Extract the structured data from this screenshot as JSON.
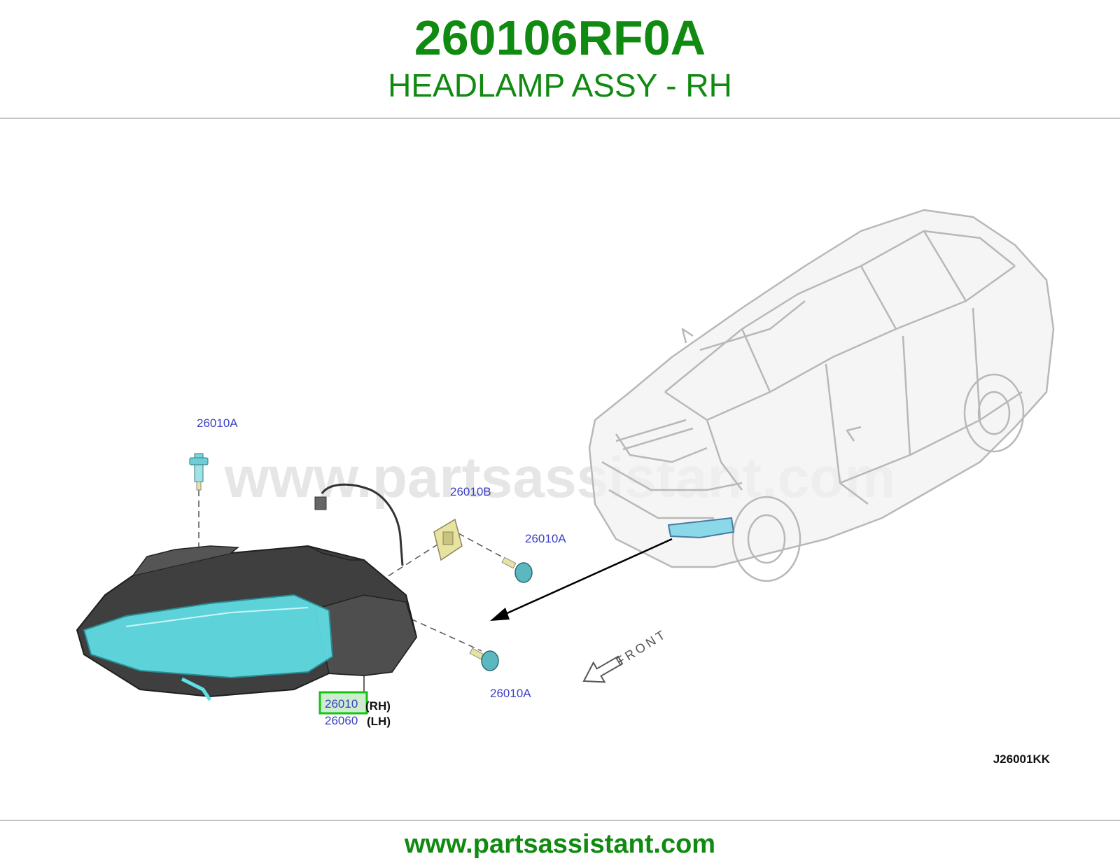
{
  "header": {
    "part_number": "260106RF0A",
    "part_title": "HEADLAMP ASSY - RH"
  },
  "diagram": {
    "watermark": "www.partsassistant.com",
    "callouts": {
      "screw_top": "26010A",
      "bracket": "26010B",
      "screw_right": "26010A",
      "screw_bottom": "26010A",
      "rh_code": "26010",
      "lh_code": "26060"
    },
    "side_labels": {
      "rh": "(RH)",
      "lh": "(LH)"
    },
    "front_label": "FRONT",
    "diagram_code": "J26001KK"
  },
  "footer": {
    "url": "www.partsassistant.com"
  },
  "colors": {
    "brand_green": "#108a10",
    "callout_blue": "#3a3fc4",
    "lens_cyan": "#5fe0e6",
    "highlight_green": "#16c216",
    "housing_dark": "#3d3d3d",
    "bracket_yellow": "#e8e4a0"
  },
  "icons": [
    "headlamp-assembly-icon",
    "screw-icon",
    "bracket-icon",
    "vehicle-outline-icon",
    "front-arrow-icon",
    "leader-arrow-icon"
  ]
}
